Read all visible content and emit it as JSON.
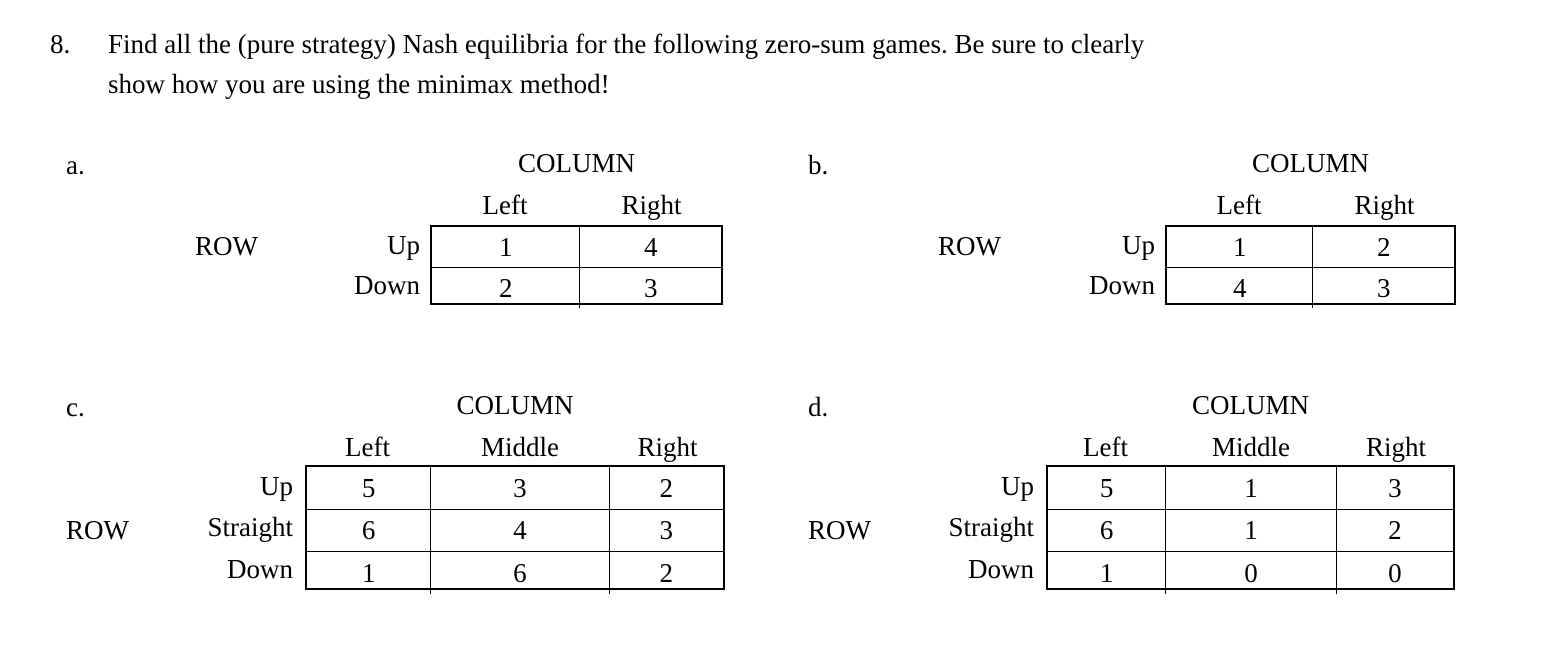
{
  "question": {
    "number": "8.",
    "line1": "Find all the (pure strategy) Nash equilibria for the following zero-sum games.  Be sure to clearly",
    "line2": "show how you are using the minimax method!"
  },
  "problems": [
    {
      "letter": "a.",
      "column_player_label": "COLUMN",
      "row_player_label": "ROW",
      "column_strategies": [
        "Left",
        "Right"
      ],
      "row_strategies": [
        "Up",
        "Down"
      ],
      "payoffs": [
        [
          "1",
          "4"
        ],
        [
          "2",
          "3"
        ]
      ]
    },
    {
      "letter": "b.",
      "column_player_label": "COLUMN",
      "row_player_label": "ROW",
      "column_strategies": [
        "Left",
        "Right"
      ],
      "row_strategies": [
        "Up",
        "Down"
      ],
      "payoffs": [
        [
          "1",
          "2"
        ],
        [
          "4",
          "3"
        ]
      ]
    },
    {
      "letter": "c.",
      "column_player_label": "COLUMN",
      "row_player_label": "ROW",
      "column_strategies": [
        "Left",
        "Middle",
        "Right"
      ],
      "row_strategies": [
        "Up",
        "Straight",
        "Down"
      ],
      "payoffs": [
        [
          "5",
          "3",
          "2"
        ],
        [
          "6",
          "4",
          "3"
        ],
        [
          "1",
          "6",
          "2"
        ]
      ]
    },
    {
      "letter": "d.",
      "column_player_label": "COLUMN",
      "row_player_label": "ROW",
      "column_strategies": [
        "Left",
        "Middle",
        "Right"
      ],
      "row_strategies": [
        "Up",
        "Straight",
        "Down"
      ],
      "payoffs": [
        [
          "5",
          "1",
          "3"
        ],
        [
          "6",
          "1",
          "2"
        ],
        [
          "1",
          "0",
          "0"
        ]
      ]
    }
  ],
  "chart_data": {
    "type": "table",
    "title": "Zero-sum game payoff matrices (row player payoffs)",
    "tables": [
      {
        "name": "a",
        "row_header": "ROW",
        "col_header": "COLUMN",
        "columns": [
          "Left",
          "Right"
        ],
        "rows": [
          "Up",
          "Down"
        ],
        "values": [
          [
            1,
            4
          ],
          [
            2,
            3
          ]
        ]
      },
      {
        "name": "b",
        "row_header": "ROW",
        "col_header": "COLUMN",
        "columns": [
          "Left",
          "Right"
        ],
        "rows": [
          "Up",
          "Down"
        ],
        "values": [
          [
            1,
            2
          ],
          [
            4,
            3
          ]
        ]
      },
      {
        "name": "c",
        "row_header": "ROW",
        "col_header": "COLUMN",
        "columns": [
          "Left",
          "Middle",
          "Right"
        ],
        "rows": [
          "Up",
          "Straight",
          "Down"
        ],
        "values": [
          [
            5,
            3,
            2
          ],
          [
            6,
            4,
            3
          ],
          [
            1,
            6,
            2
          ]
        ]
      },
      {
        "name": "d",
        "row_header": "ROW",
        "col_header": "COLUMN",
        "columns": [
          "Left",
          "Middle",
          "Right"
        ],
        "rows": [
          "Up",
          "Straight",
          "Down"
        ],
        "values": [
          [
            5,
            1,
            3
          ],
          [
            6,
            1,
            2
          ],
          [
            1,
            0,
            0
          ]
        ]
      }
    ]
  }
}
